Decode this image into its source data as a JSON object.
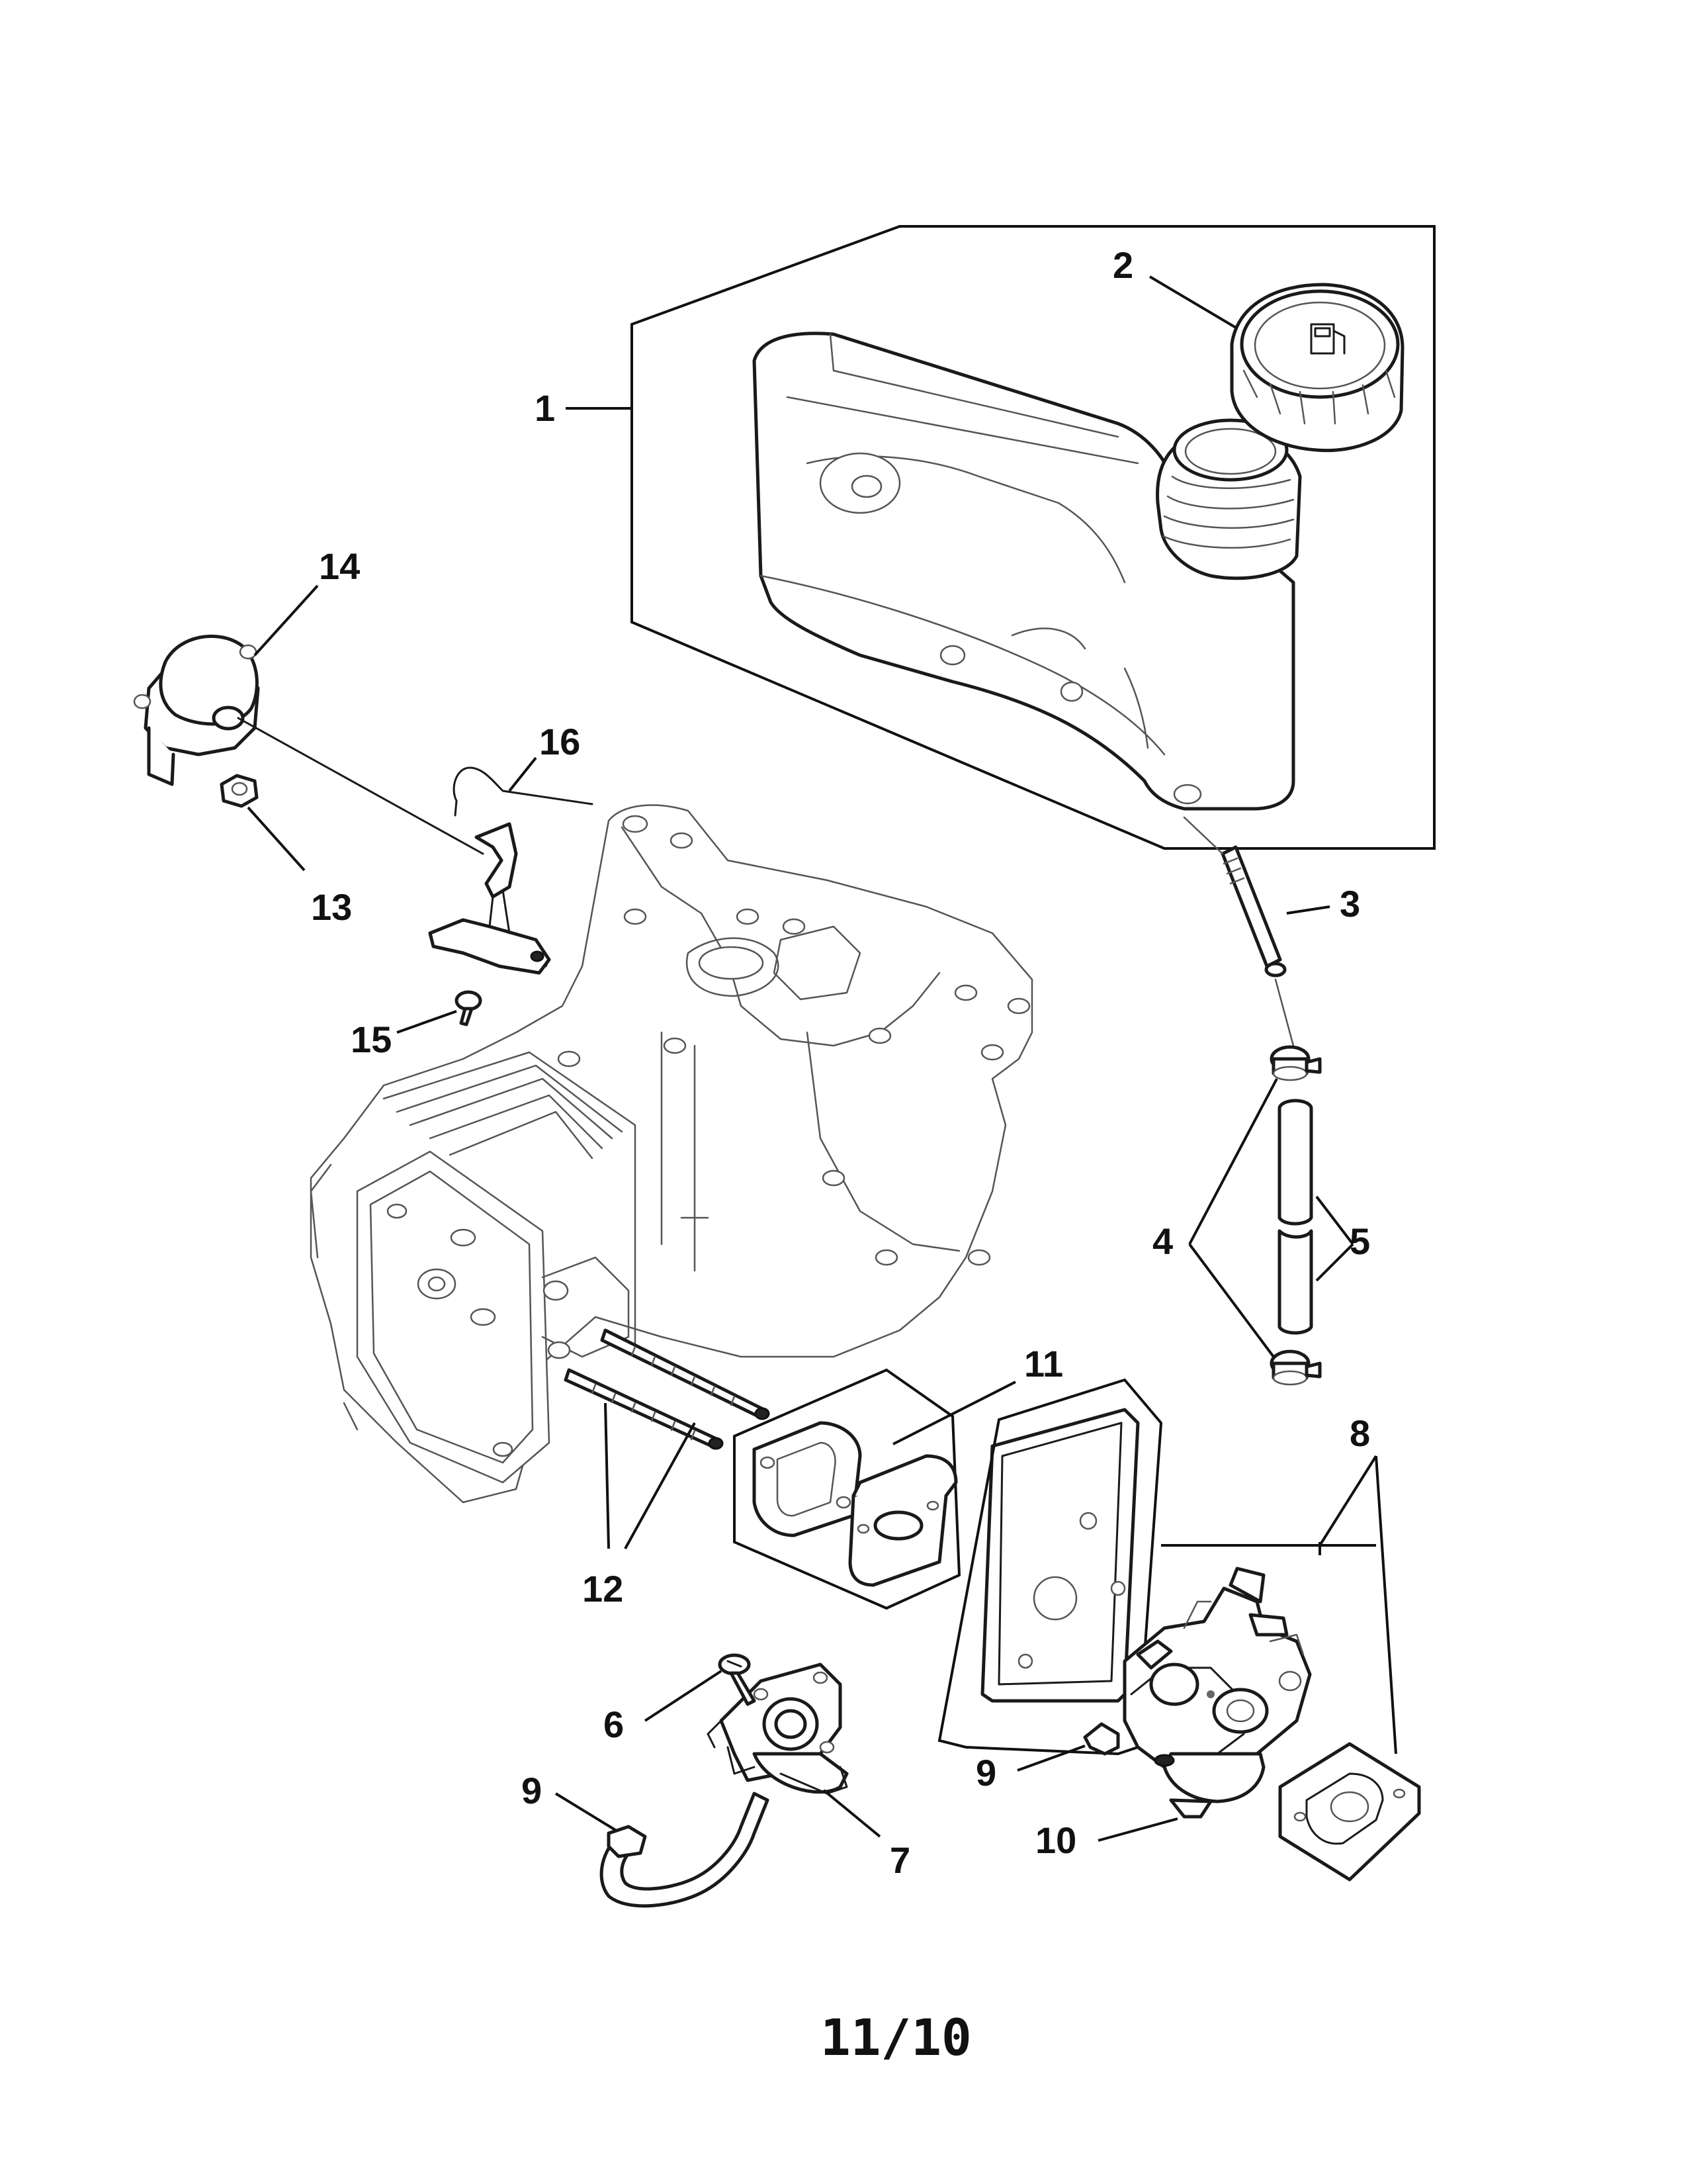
{
  "callouts": {
    "c1": "1",
    "c2": "2",
    "c3": "3",
    "c4": "4",
    "c5": "5",
    "c6": "6",
    "c7": "7",
    "c8": "8",
    "c9a": "9",
    "c9b": "9",
    "c10": "10",
    "c11": "11",
    "c12": "12",
    "c13": "13",
    "c14": "14",
    "c15": "15",
    "c16": "16"
  },
  "footer": {
    "page_number": "11/10"
  },
  "icons": {
    "fuel_cap_symbol": "fuel-pump-icon"
  }
}
